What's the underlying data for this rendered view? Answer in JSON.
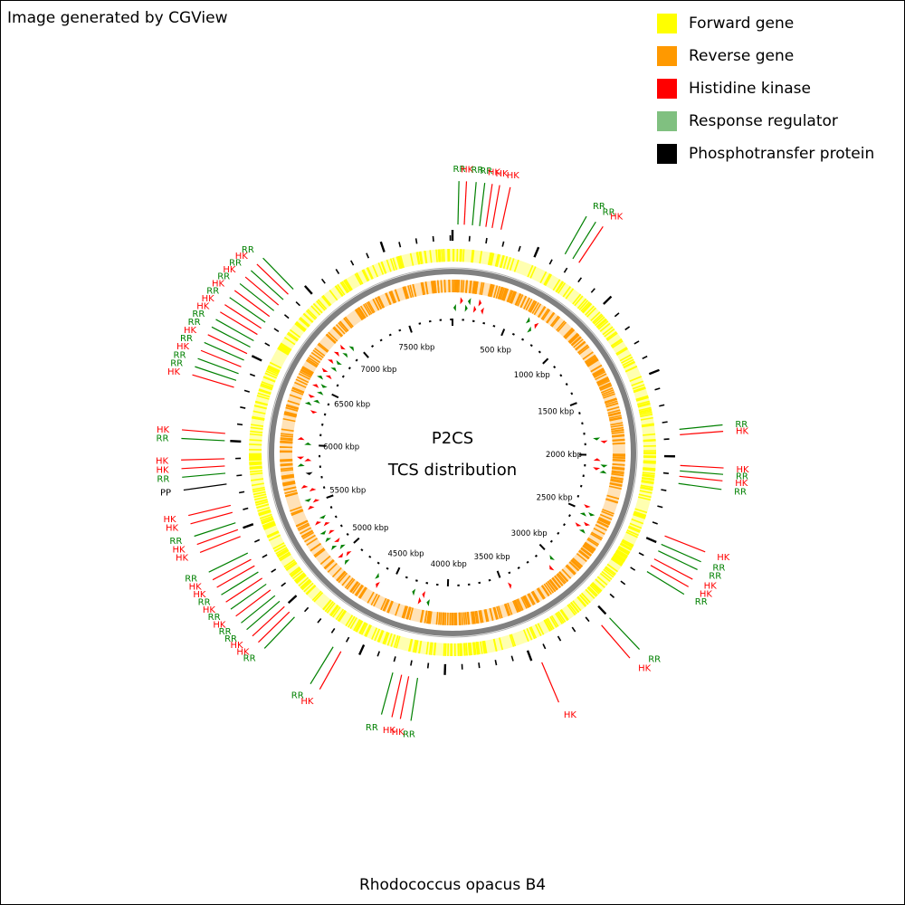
{
  "credit": "Image generated by CGView",
  "organism": "Rhodococcus opacus B4",
  "map_title": "P2CS",
  "map_subtitle": "TCS distribution",
  "legend": [
    {
      "label": "Forward gene",
      "color": "#ffff00"
    },
    {
      "label": "Reverse gene",
      "color": "#ff9900"
    },
    {
      "label": "Histidine kinase",
      "color": "#ff0000"
    },
    {
      "label": "Response regulator",
      "color": "#80c080"
    },
    {
      "label": "Phosphotransfer protein",
      "color": "#000000"
    }
  ],
  "colors": {
    "forward": "#ffff00",
    "reverse": "#ff9900",
    "hk": "#ff0000",
    "rr": "#008000",
    "rr_label": "#008000",
    "pp": "#000000",
    "backbone": "#808080"
  },
  "chart_data": {
    "type": "circular-genome-map",
    "genome_length_kbp": 7913,
    "ticks_kbp": [
      {
        "pos": 500,
        "label": "500 kbp"
      },
      {
        "pos": 1000,
        "label": "1000 kbp"
      },
      {
        "pos": 1500,
        "label": "1500 kbp"
      },
      {
        "pos": 2000,
        "label": "2000 kbp"
      },
      {
        "pos": 2500,
        "label": "2500 kbp"
      },
      {
        "pos": 3000,
        "label": "3000 kbp"
      },
      {
        "pos": 3500,
        "label": "3500 kbp"
      },
      {
        "pos": 4000,
        "label": "4000 kbp"
      },
      {
        "pos": 4500,
        "label": "4500 kbp"
      },
      {
        "pos": 5000,
        "label": "5000 kbp"
      },
      {
        "pos": 5500,
        "label": "5500 kbp"
      },
      {
        "pos": 6000,
        "label": "6000 kbp"
      },
      {
        "pos": 6500,
        "label": "6500 kbp"
      },
      {
        "pos": 7000,
        "label": "7000 kbp"
      },
      {
        "pos": 7500,
        "label": "7500 kbp"
      }
    ],
    "features": [
      {
        "pos": 30,
        "type": "RR"
      },
      {
        "pos": 65,
        "type": "HK"
      },
      {
        "pos": 110,
        "type": "RR"
      },
      {
        "pos": 150,
        "type": "RR"
      },
      {
        "pos": 185,
        "type": "HK"
      },
      {
        "pos": 220,
        "type": "HK"
      },
      {
        "pos": 270,
        "type": "HK"
      },
      {
        "pos": 650,
        "type": "RR"
      },
      {
        "pos": 700,
        "type": "RR"
      },
      {
        "pos": 740,
        "type": "HK"
      },
      {
        "pos": 1850,
        "type": "RR"
      },
      {
        "pos": 1880,
        "type": "HK"
      },
      {
        "pos": 2050,
        "type": "HK"
      },
      {
        "pos": 2080,
        "type": "RR"
      },
      {
        "pos": 2110,
        "type": "HK"
      },
      {
        "pos": 2150,
        "type": "RR"
      },
      {
        "pos": 2450,
        "type": "HK"
      },
      {
        "pos": 2500,
        "type": "RR"
      },
      {
        "pos": 2540,
        "type": "RR"
      },
      {
        "pos": 2590,
        "type": "HK"
      },
      {
        "pos": 2630,
        "type": "HK"
      },
      {
        "pos": 2670,
        "type": "RR"
      },
      {
        "pos": 3000,
        "type": "RR"
      },
      {
        "pos": 3060,
        "type": "HK"
      },
      {
        "pos": 3450,
        "type": "HK"
      },
      {
        "pos": 4150,
        "type": "RR"
      },
      {
        "pos": 4200,
        "type": "HK"
      },
      {
        "pos": 4240,
        "type": "HK"
      },
      {
        "pos": 4290,
        "type": "RR"
      },
      {
        "pos": 4600,
        "type": "HK"
      },
      {
        "pos": 4650,
        "type": "RR"
      },
      {
        "pos": 4920,
        "type": "RR"
      },
      {
        "pos": 4960,
        "type": "HK"
      },
      {
        "pos": 5000,
        "type": "HK"
      },
      {
        "pos": 5040,
        "type": "RR"
      },
      {
        "pos": 5080,
        "type": "RR"
      },
      {
        "pos": 5120,
        "type": "HK"
      },
      {
        "pos": 5160,
        "type": "RR"
      },
      {
        "pos": 5200,
        "type": "HK"
      },
      {
        "pos": 5240,
        "type": "RR"
      },
      {
        "pos": 5280,
        "type": "HK"
      },
      {
        "pos": 5320,
        "type": "HK"
      },
      {
        "pos": 5360,
        "type": "RR"
      },
      {
        "pos": 5460,
        "type": "HK"
      },
      {
        "pos": 5500,
        "type": "HK"
      },
      {
        "pos": 5540,
        "type": "RR"
      },
      {
        "pos": 5600,
        "type": "HK"
      },
      {
        "pos": 5640,
        "type": "HK"
      },
      {
        "pos": 5760,
        "type": "PP"
      },
      {
        "pos": 5820,
        "type": "RR"
      },
      {
        "pos": 5860,
        "type": "HK"
      },
      {
        "pos": 5900,
        "type": "HK"
      },
      {
        "pos": 6000,
        "type": "RR"
      },
      {
        "pos": 6040,
        "type": "HK"
      },
      {
        "pos": 6300,
        "type": "HK"
      },
      {
        "pos": 6340,
        "type": "RR"
      },
      {
        "pos": 6380,
        "type": "RR"
      },
      {
        "pos": 6420,
        "type": "HK"
      },
      {
        "pos": 6460,
        "type": "RR"
      },
      {
        "pos": 6500,
        "type": "HK"
      },
      {
        "pos": 6540,
        "type": "RR"
      },
      {
        "pos": 6580,
        "type": "RR"
      },
      {
        "pos": 6620,
        "type": "HK"
      },
      {
        "pos": 6660,
        "type": "HK"
      },
      {
        "pos": 6700,
        "type": "RR"
      },
      {
        "pos": 6740,
        "type": "HK"
      },
      {
        "pos": 6780,
        "type": "RR"
      },
      {
        "pos": 6820,
        "type": "HK"
      },
      {
        "pos": 6860,
        "type": "RR"
      },
      {
        "pos": 6900,
        "type": "HK"
      },
      {
        "pos": 6940,
        "type": "RR"
      }
    ]
  }
}
